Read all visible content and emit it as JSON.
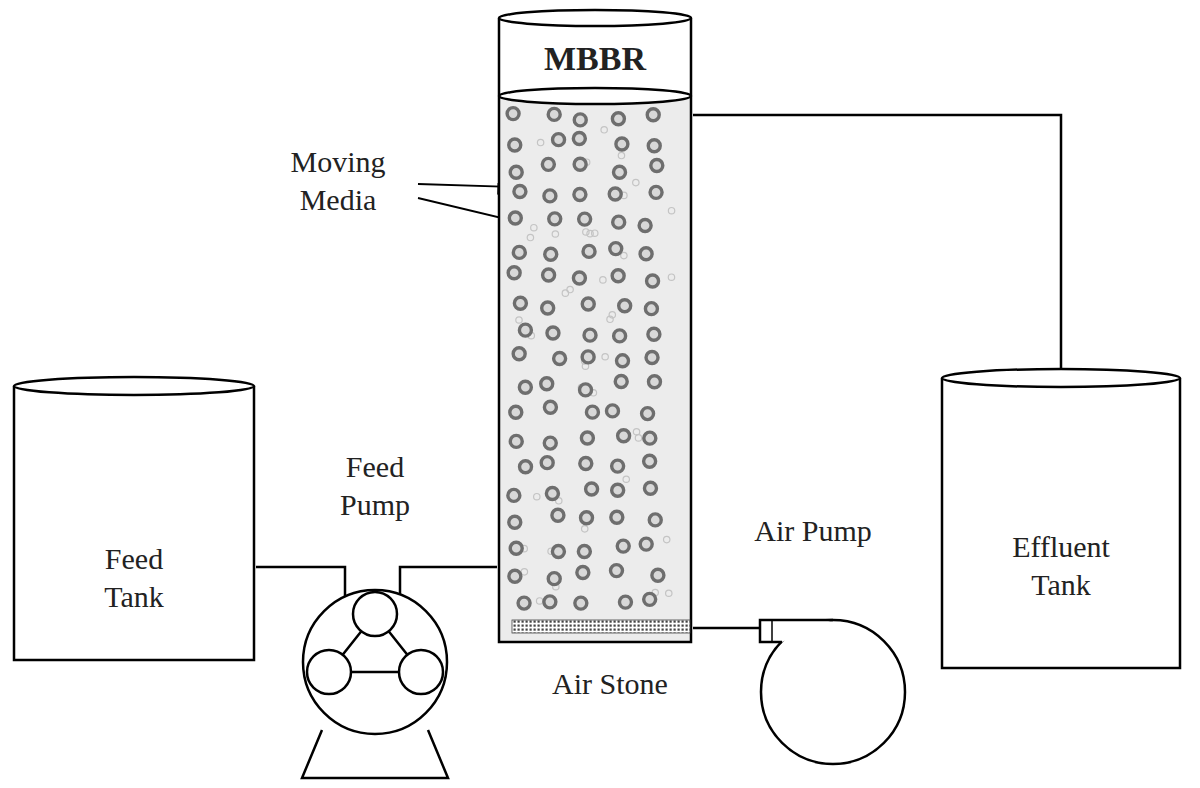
{
  "diagram": {
    "nodes": [
      {
        "text": [
          "MBBR"
        ]
      },
      {
        "text": [
          "Feed Tank"
        ]
      },
      {
        "text": [
          "Feed Pump"
        ]
      },
      {
        "text": [
          "Air Pump"
        ]
      },
      {
        "text": [
          "Effluent Tank"
        ]
      }
    ],
    "edges": [
      {
        "from": 1,
        "to": 2,
        "arrow": "none"
      },
      {
        "from": 2,
        "to": 0,
        "arrow": "none"
      },
      {
        "from": 0,
        "to": 4,
        "arrow": "none"
      },
      {
        "from": 3,
        "to": 0,
        "arrow": "none"
      }
    ],
    "labels": [
      "Moving Media",
      "Air Stone"
    ]
  }
}
